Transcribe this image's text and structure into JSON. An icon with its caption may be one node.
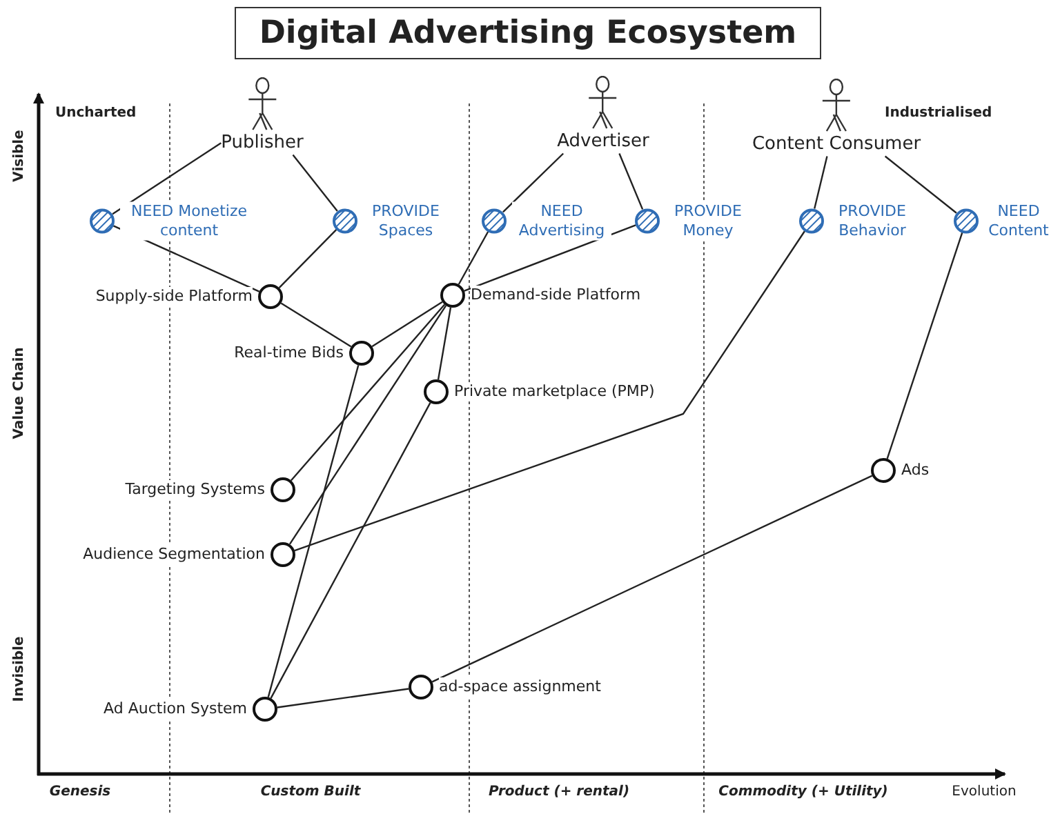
{
  "diagram": {
    "title": "Digital Advertising Ecosystem",
    "nodes": [
      {
        "text": [
          "Publisher"
        ]
      },
      {
        "text": [
          "Advertiser"
        ]
      },
      {
        "text": [
          "Content Consumer"
        ]
      },
      {
        "text": [
          "NEED Monetize content"
        ]
      },
      {
        "text": [
          "PROVIDE Spaces"
        ]
      },
      {
        "text": [
          "NEED Advertising"
        ]
      },
      {
        "text": [
          "PROVIDE Money"
        ]
      },
      {
        "text": [
          "PROVIDE Behavior"
        ]
      },
      {
        "text": [
          "NEED Content"
        ]
      },
      {
        "text": [
          "Supply-side Platform"
        ]
      },
      {
        "text": [
          "Demand-side Platform"
        ]
      },
      {
        "text": [
          "Real-time Bids"
        ]
      },
      {
        "text": [
          "Private marketplace (PMP)"
        ]
      },
      {
        "text": [
          "Targeting Systems"
        ]
      },
      {
        "text": [
          "Audience Segmentation"
        ]
      },
      {
        "text": [
          "Ads"
        ]
      },
      {
        "text": [
          "ad-space assignment"
        ]
      },
      {
        "text": [
          "Ad Auction System"
        ]
      }
    ],
    "edges": [
      {
        "from": 0,
        "to": 3,
        "arrow": "none"
      },
      {
        "from": 0,
        "to": 4,
        "arrow": "none"
      },
      {
        "from": 1,
        "to": 5,
        "arrow": "none"
      },
      {
        "from": 1,
        "to": 6,
        "arrow": "none"
      },
      {
        "from": 2,
        "to": 7,
        "arrow": "none"
      },
      {
        "from": 2,
        "to": 8,
        "arrow": "none"
      },
      {
        "from": 3,
        "to": 9,
        "arrow": "none"
      },
      {
        "from": 4,
        "to": 9,
        "arrow": "none"
      },
      {
        "from": 5,
        "to": 10,
        "arrow": "none"
      },
      {
        "from": 6,
        "to": 10,
        "arrow": "none"
      },
      {
        "from": 7,
        "to": 14,
        "arrow": "none"
      },
      {
        "from": 8,
        "to": 15,
        "arrow": "none"
      },
      {
        "from": 9,
        "to": 11,
        "arrow": "none"
      },
      {
        "from": 10,
        "to": 11,
        "arrow": "none"
      },
      {
        "from": 10,
        "to": 12,
        "arrow": "none"
      },
      {
        "from": 10,
        "to": 13,
        "arrow": "none"
      },
      {
        "from": 10,
        "to": 14,
        "arrow": "none"
      },
      {
        "from": 11,
        "to": 17,
        "arrow": "none"
      },
      {
        "from": 12,
        "to": 17,
        "arrow": "none"
      },
      {
        "from": 17,
        "to": 16,
        "arrow": "none"
      },
      {
        "from": 16,
        "to": 15,
        "arrow": "none"
      }
    ],
    "labels": [
      "Uncharted",
      "Industrialised",
      "Visible",
      "Value Chain",
      "Invisible",
      "Genesis",
      "Custom Built",
      "Product (+ rental)",
      "Commodity (+ Utility)",
      "Evolution"
    ]
  }
}
